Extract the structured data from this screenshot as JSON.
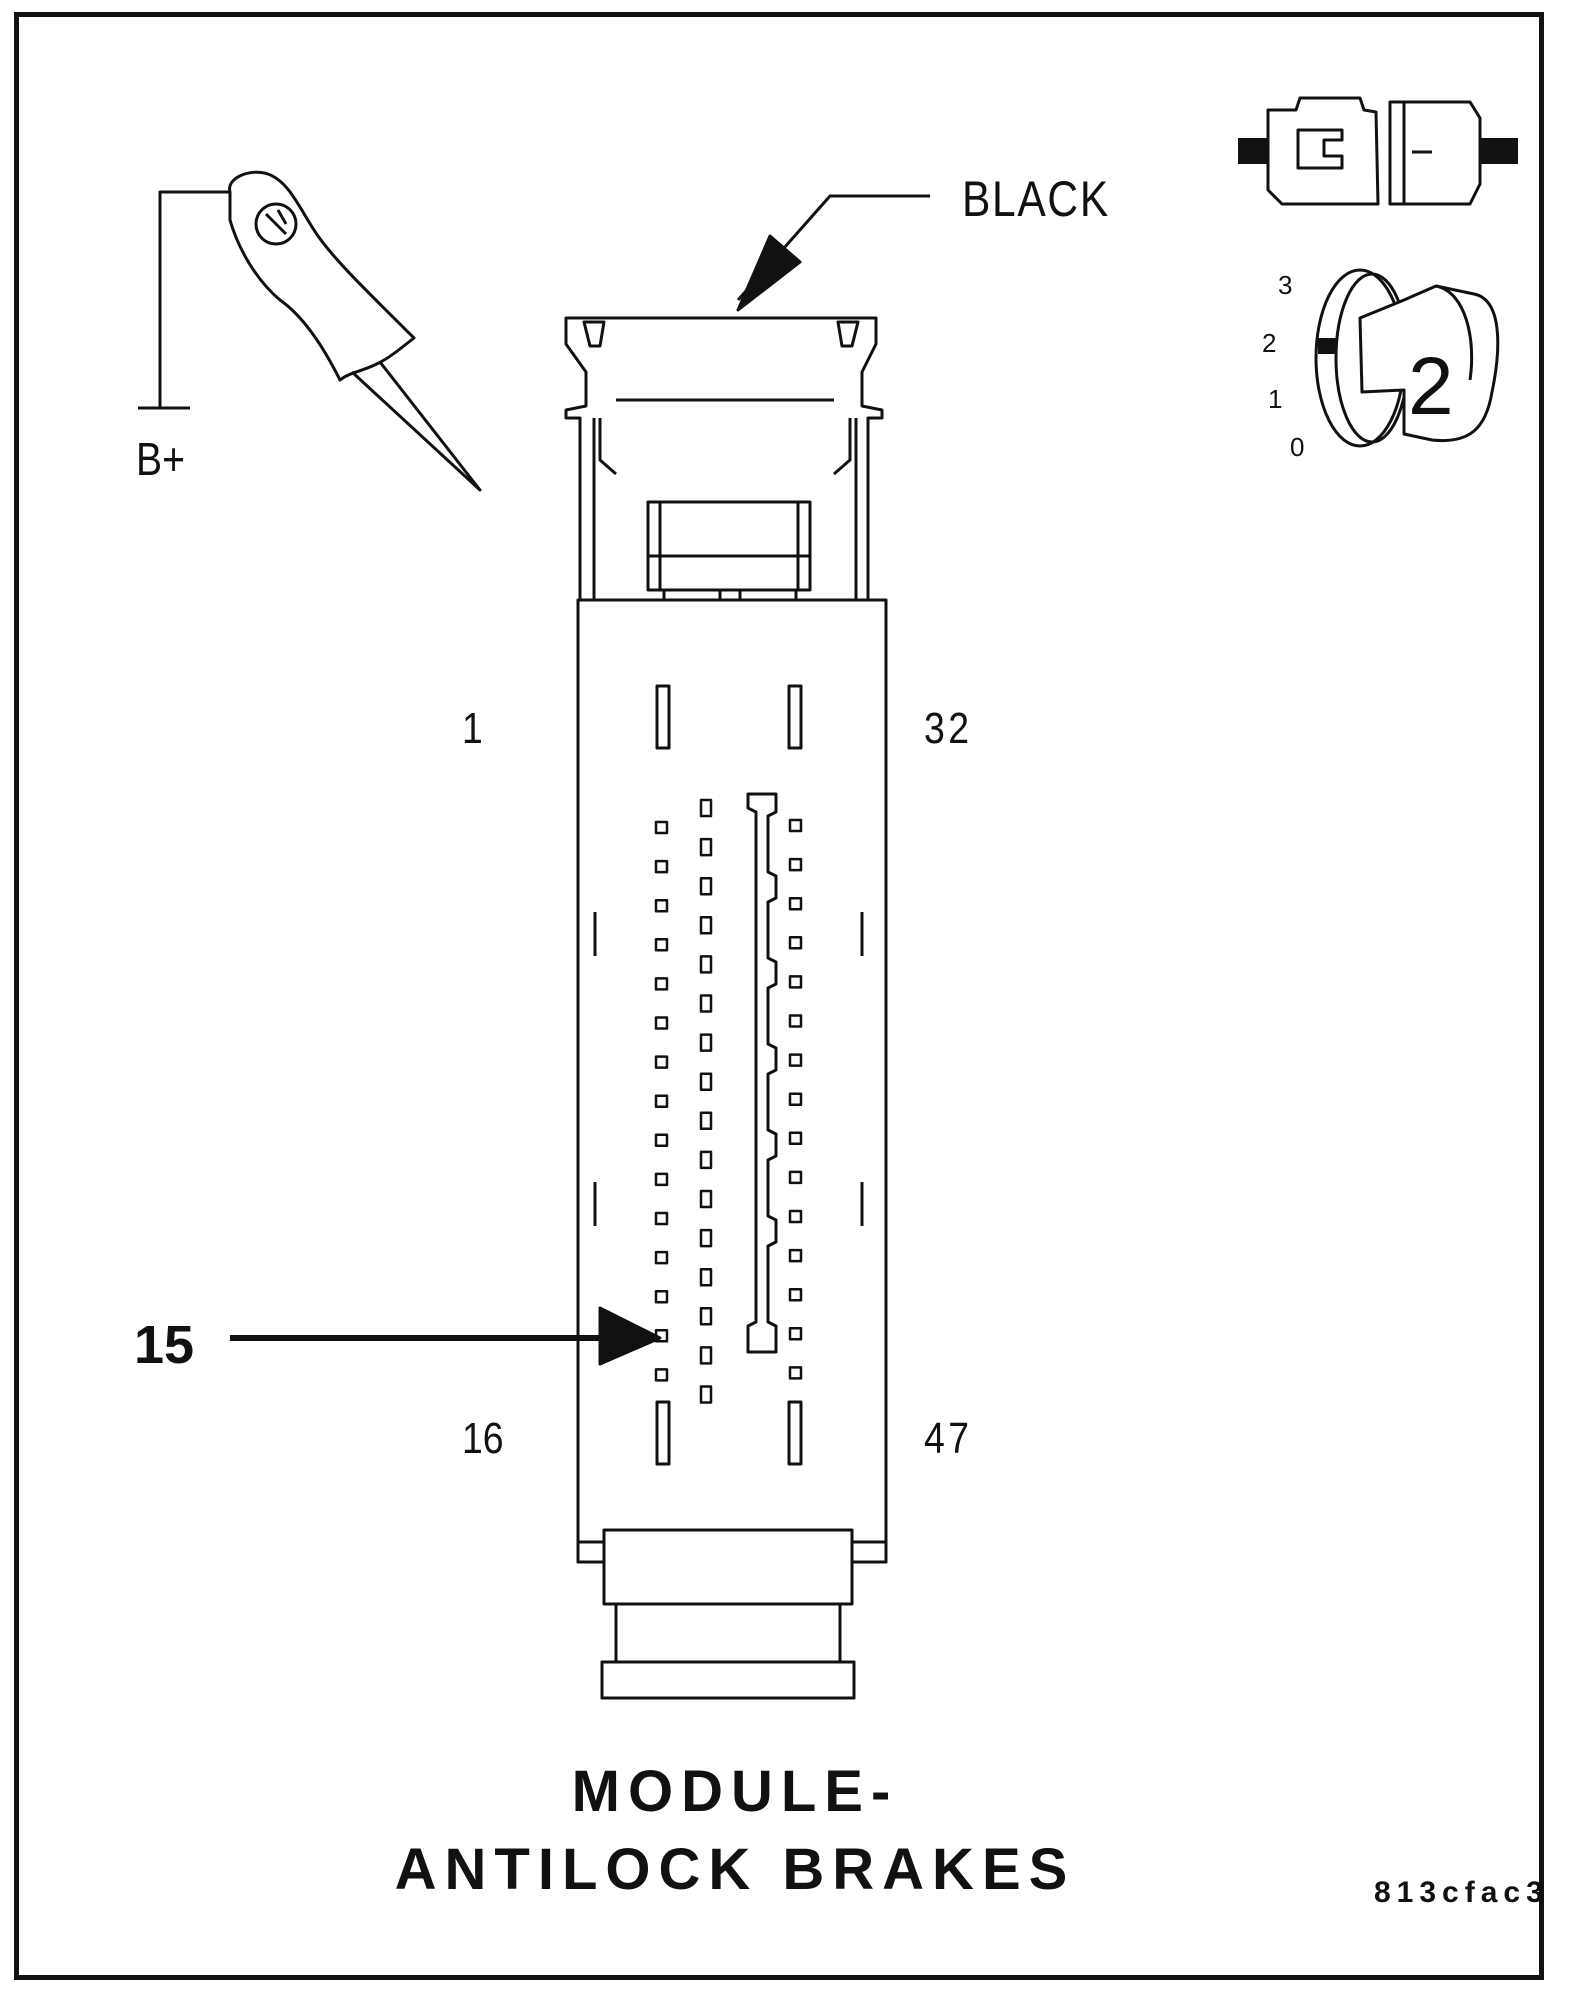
{
  "labels": {
    "b_plus": "B+",
    "black": "BLACK",
    "pin_1": "1",
    "pin_32": "32",
    "pin_16": "16",
    "pin_47": "47",
    "pin_callout": "15",
    "title_line1": "MODULE-",
    "title_line2": "ANTILOCK BRAKES",
    "figure_code": "813cfac3"
  },
  "ignition": {
    "positions": [
      "3",
      "2",
      "1",
      "0"
    ],
    "key_number": "2"
  },
  "icons": {
    "test_light": "test-light-probe-icon",
    "disconnected_connector": "disconnected-connector-icon",
    "ignition_switch": "ignition-key-position-icon"
  },
  "colors": {
    "line": "#111111",
    "background": "#ffffff"
  }
}
